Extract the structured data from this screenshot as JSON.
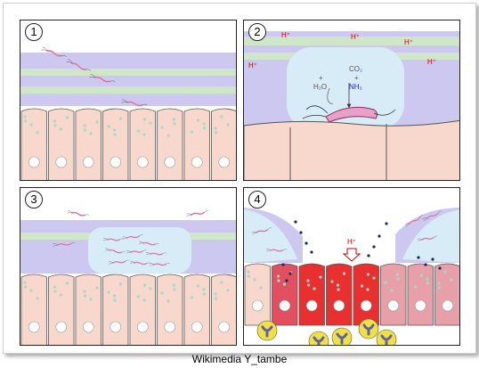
{
  "panels": [
    {
      "number": "1"
    },
    {
      "number": "2",
      "labels": {
        "h_plus": "H⁺",
        "h2o": "H₂O",
        "co2": "CO₂",
        "nh3": "NH₃",
        "plus": "+"
      }
    },
    {
      "number": "3"
    },
    {
      "number": "4",
      "labels": {
        "h_plus": "H⁺"
      }
    }
  ],
  "credit": "Wikimedia  Y_tambe",
  "colors": {
    "mucus_light": "#d8ecf8",
    "mucus_purple": "#cdc8f0",
    "mucus_stripe": "#cfe6c8",
    "cell_fill": "#f8d8cc",
    "cell_stroke": "#555555",
    "bacterium": "#e8a0c8",
    "damaged_cell": "#e83030",
    "inflamed_cell": "#e05060",
    "neutrophil": "#f0e040",
    "neutrophil_nucleus": "#6060b0",
    "dots": "#1a2a60"
  }
}
